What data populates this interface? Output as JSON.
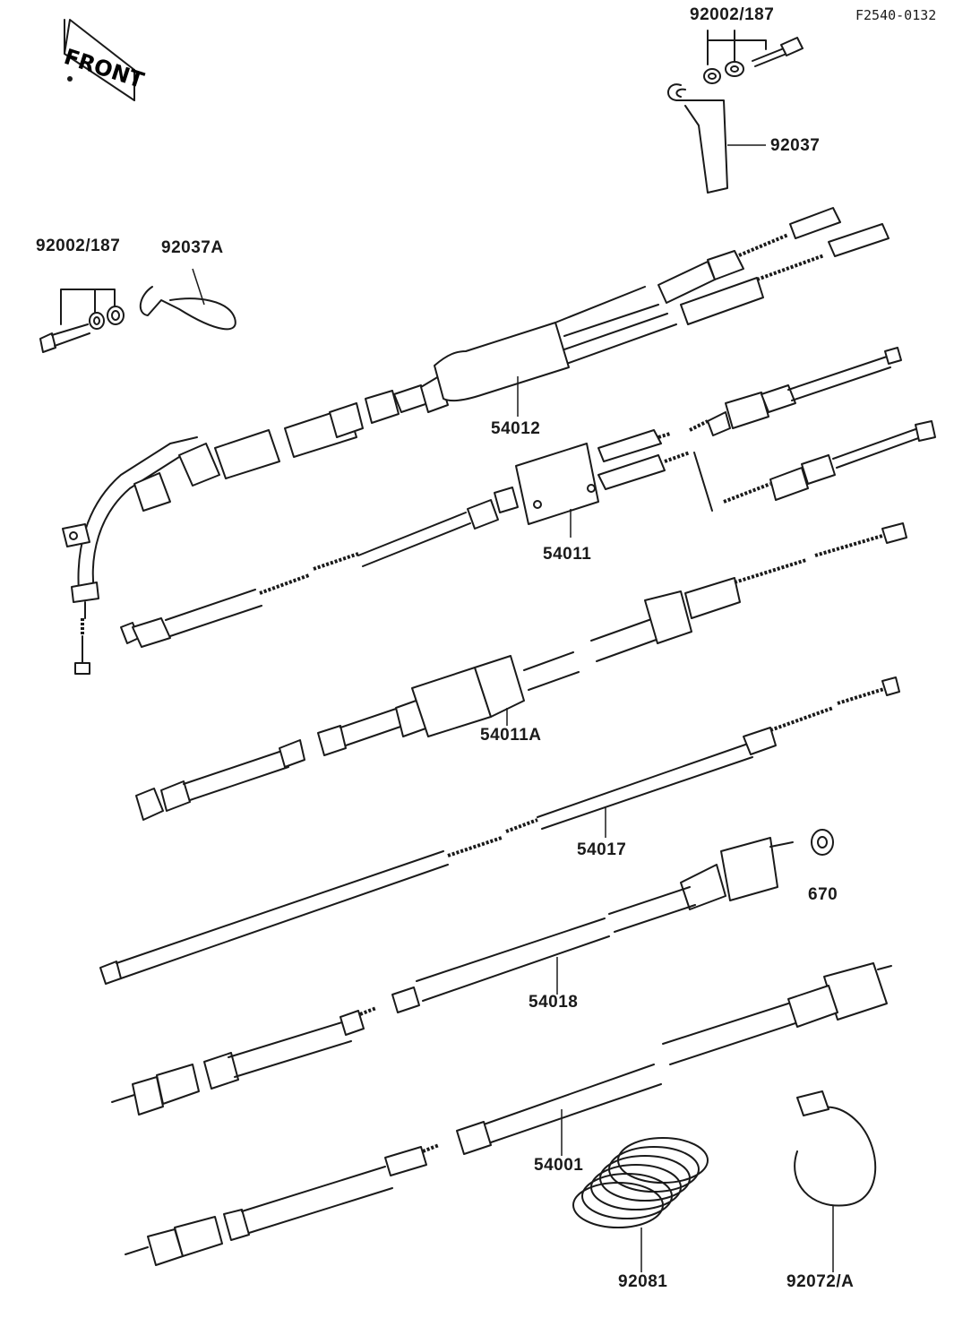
{
  "drawing_code": "F2540-0132",
  "front_indicator": {
    "text": "FRONT"
  },
  "parts": [
    {
      "id": "p92002-top",
      "number": "92002/187"
    },
    {
      "id": "p92037",
      "number": "92037"
    },
    {
      "id": "p92002-left",
      "number": "92002/187"
    },
    {
      "id": "p92037A",
      "number": "92037A"
    },
    {
      "id": "p54012",
      "number": "54012"
    },
    {
      "id": "p54011",
      "number": "54011"
    },
    {
      "id": "p54011A",
      "number": "54011A"
    },
    {
      "id": "p54017",
      "number": "54017"
    },
    {
      "id": "p670",
      "number": "670"
    },
    {
      "id": "p54018",
      "number": "54018"
    },
    {
      "id": "p54001",
      "number": "54001"
    },
    {
      "id": "p92081",
      "number": "92081"
    },
    {
      "id": "p92072A",
      "number": "92072/A"
    }
  ]
}
